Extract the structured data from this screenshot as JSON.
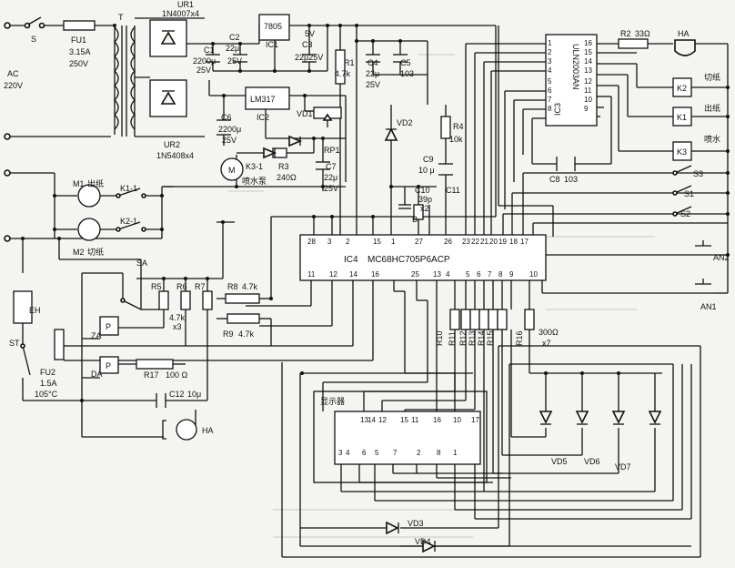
{
  "labels": {
    "s": "S",
    "ac": "AC",
    "v220": "220V",
    "fu1": "FU1",
    "fu1_rating": "3.15A",
    "fu1_volt": "250V",
    "t": "T",
    "ur1": "UR1",
    "ur1_part": "1N4007x4",
    "ur2": "UR2",
    "ur2_part": "1N5408x4",
    "c1": "C1",
    "c1_val": "2200μ",
    "c1_volt": "25V",
    "c2": "C2",
    "c2_val": "22μ",
    "c2_volt": "25V",
    "ic1": "IC1",
    "ic1_part": "7805",
    "v5": "5V",
    "c3": "C3",
    "c3_val": "22μ25V",
    "r1": "R1",
    "r1_val": "4.7k",
    "c4": "C4",
    "c4_val": "22μ",
    "c4_volt": "25V",
    "c5": "C5",
    "c5_val": "103",
    "ic2": "IC2",
    "ic2_part": "LM317",
    "vd1": "VD1",
    "vd2": "VD2",
    "r4": "R4",
    "r4_val": "10k",
    "c9": "C9",
    "c9_val": "10 μ",
    "c10": "C10",
    "c10_val": "39p",
    "c10_mult": "x2",
    "c11": "C11",
    "b": "B",
    "c6": "C6",
    "c6_val": "2200μ",
    "c6_volt": "25V",
    "rp1": "RP1",
    "m": "M",
    "k3_1": "K3-1",
    "pump": "喷水泵",
    "r3": "R3",
    "r3_val": "240Ω",
    "c7": "C7",
    "c7_val": "22μ",
    "c7_volt": "25V",
    "ic3": "IC3",
    "ic3_part": "ULN2003AN",
    "r2": "R2",
    "r2_val": "33Ω",
    "ha": "HA",
    "k2": "K2",
    "k2_fn": "切纸",
    "k1": "K1",
    "k1_fn": "出纸",
    "k3": "K3",
    "k3_fn": "喷水",
    "s3": "S3",
    "s1": "S1",
    "s2": "S2",
    "c8": "C8",
    "c8_val": "103",
    "an2": "AN2",
    "an1": "AN1",
    "m1": "M1",
    "m1_fn": "出纸",
    "k1_1": "K1-1",
    "k2_1": "K2-1",
    "m2": "M2",
    "m2_fn": "切纸",
    "sa": "SA",
    "r5": "R5",
    "r6": "R6",
    "r7": "R7",
    "r567_val": "4.7k",
    "r567_mult": "x3",
    "r8": "R8",
    "r8_val": "4.7k",
    "r9": "R9",
    "r9_val": "4.7k",
    "eh": "EH",
    "st": "ST",
    "za": "ZA",
    "da": "DA",
    "fu2": "FU2",
    "fu2_rating": "1.5A",
    "fu2_temp": "105°C",
    "r17": "R17",
    "r17_val": "100 Ω",
    "c12": "C12",
    "c12_val": "10μ",
    "ha2": "HA",
    "ic4": "IC4",
    "ic4_part": "MC68HC705P6ACP",
    "r10": "R10",
    "r11": "R11",
    "r12": "R12",
    "r13": "R13",
    "r14": "R14",
    "r15": "R15",
    "r16": "R16",
    "rnet_val": "300Ω",
    "rnet_mult": "x7",
    "display": "显示器",
    "vd3": "VD3",
    "vd4": "VD4",
    "vd5": "VD5",
    "vd6": "VD6",
    "vd7": "VD7",
    "p": "P",
    "ic3_pins_left": [
      "1",
      "2",
      "3",
      "4",
      "5",
      "6",
      "7",
      "8"
    ],
    "ic3_pins_right": [
      "16",
      "15",
      "14",
      "13",
      "12",
      "11",
      "10",
      "9"
    ],
    "ic4_pins_top": [
      "28",
      "3",
      "2",
      "15",
      "1",
      "27",
      "26",
      "23",
      "22",
      "21",
      "20",
      "19",
      "18",
      "17"
    ],
    "ic4_pins_bottom": [
      "11",
      "12",
      "14",
      "16",
      "25",
      "13",
      "4",
      "5",
      "6",
      "7",
      "8",
      "9",
      "10"
    ],
    "disp_pins_top": [
      "13",
      "14",
      "12",
      "15",
      "11",
      "16",
      "10",
      "17"
    ],
    "disp_pins_bottom": [
      "3",
      "4",
      "6",
      "5",
      "7",
      "2",
      "8",
      "1"
    ]
  }
}
